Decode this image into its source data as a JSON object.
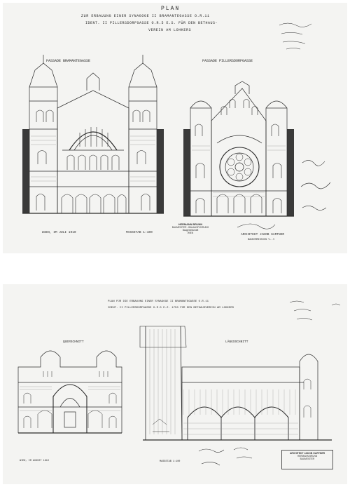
{
  "sheet1": {
    "title": "PLAN",
    "subtitle_1": "ZUR ERBAUUNG EINER SYNAGOGE II BRAMANTEGASSE O.R.11",
    "subtitle_2": "IDENT. II PILLERSDORFGASSE O.R.5 E.S.      FÜR DEN BETHAUS-",
    "subtitle_3": "VEREIN AM LOHKERS",
    "label_left": "FASSADE BRAMANTEGASSE",
    "label_right": "FASSADE PILLERSDORFGASSE",
    "date": "WIEN, IM JULI 1910",
    "scale": "MASSSTAB 1:100",
    "architect": "ARCHITEKT JAKOB GARTNER",
    "architect_addr": "BAUKOMMISSION V.-7.",
    "stamp_lines": [
      "HERMANN BRUNN",
      "BAUMEISTER - BAUAUSFÜHRUNG",
      "Baugesellschaft",
      "WIEN"
    ]
  },
  "sheet2": {
    "title_1": "PLAN FÜR DIE ERBAUUNG EINER SYNAGOGE II BRAMANTEGASSE O.R.11",
    "title_2": "IDENT. II PILLERSDORFGASSE O.R.5 E.Z. 1753 FÜR DEN BETHAUSVEREIN AM LOHKERS",
    "label_left": "QUERSCHNITT",
    "label_right": "LÄNGSSCHNITT",
    "date": "WIEN, IM AUGUST 1910",
    "scale": "MASSSTAB 1:100",
    "stamp_lines": [
      "ARCHITEKT JAKOB GARTNER",
      "HERMANN BRUNN",
      "BAUMEISTER"
    ]
  },
  "colors": {
    "ink": "#2a2a2a",
    "paper": "#f4f4f2",
    "background": "#ffffff"
  }
}
